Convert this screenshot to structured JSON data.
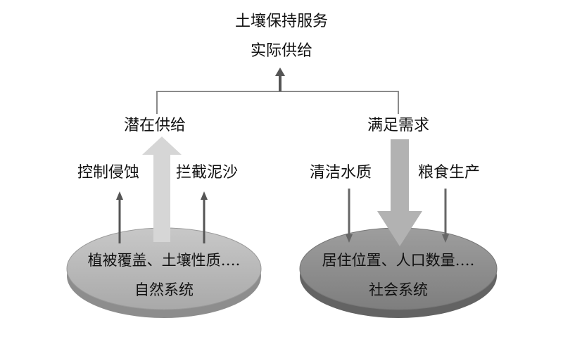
{
  "top": {
    "title": "土壤保持服务",
    "subtitle": "实际供给"
  },
  "left": {
    "heading": "潜在供给",
    "factor_1": "控制侵蚀",
    "factor_2": "拦截泥沙",
    "disk_items": "植被覆盖、土壤性质….",
    "disk_name": "自然系统"
  },
  "right": {
    "heading": "满足需求",
    "factor_1": "清洁水质",
    "factor_2": "粮食生产",
    "disk_items": "居住位置、人口数量….",
    "disk_name": "社会系统"
  },
  "colors": {
    "left_disk": "#b9b9b9",
    "right_disk": "#8f8f8f",
    "left_big_arrow": "#d6d6d6",
    "right_big_arrow": "#b2b2b2",
    "thin_arrow": "#555555",
    "connector": "#8a8a8a"
  }
}
